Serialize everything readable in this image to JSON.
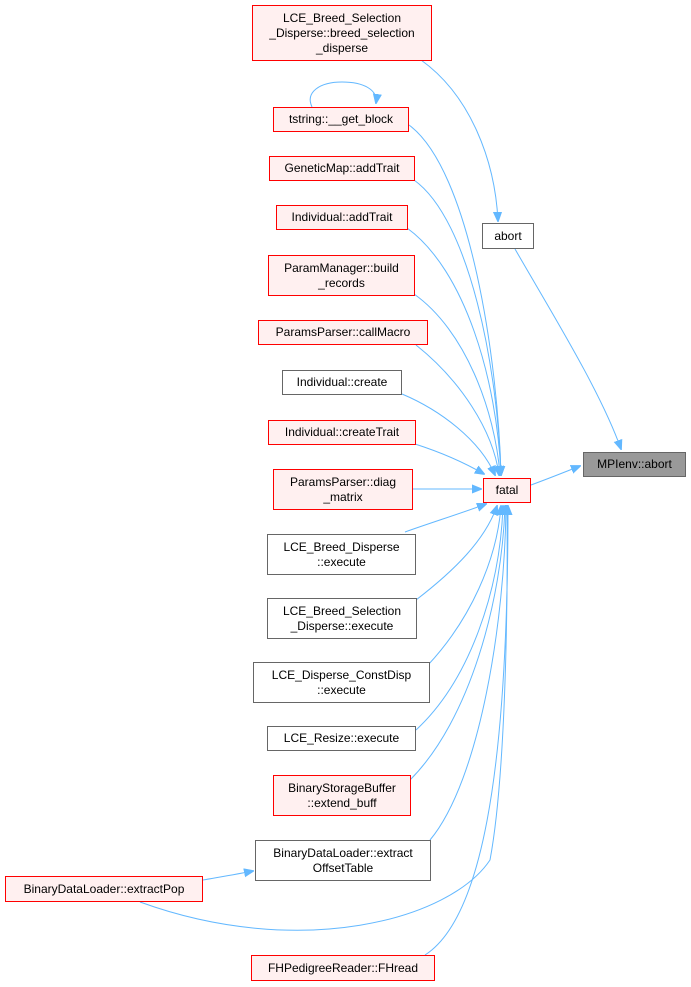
{
  "graph_title": "",
  "colors": {
    "edge": "#63b8ff",
    "red_border": "#ff0000",
    "red_fill": "#fff0f0",
    "grey_border": "#666666",
    "target_fill": "#999999"
  },
  "nodes": {
    "breed_selection_disperse": {
      "lines": [
        "LCE_Breed_Selection",
        "_Disperse::breed_selection",
        "_disperse"
      ]
    },
    "get_block": {
      "lines": [
        "tstring::__get_block"
      ]
    },
    "geneticmap_addtrait": {
      "lines": [
        "GeneticMap::addTrait"
      ]
    },
    "individual_addtrait": {
      "lines": [
        "Individual::addTrait"
      ]
    },
    "parammanager_build_records": {
      "lines": [
        "ParamManager::build",
        "_records"
      ]
    },
    "paramsparser_callmacro": {
      "lines": [
        "ParamsParser::callMacro"
      ]
    },
    "individual_create": {
      "lines": [
        "Individual::create"
      ]
    },
    "individual_createtrait": {
      "lines": [
        "Individual::createTrait"
      ]
    },
    "paramsparser_diag_matrix": {
      "lines": [
        "ParamsParser::diag",
        "_matrix"
      ]
    },
    "breed_disperse_execute": {
      "lines": [
        "LCE_Breed_Disperse",
        "::execute"
      ]
    },
    "breed_selection_disperse_execute": {
      "lines": [
        "LCE_Breed_Selection",
        "_Disperse::execute"
      ]
    },
    "disperse_constdisp_execute": {
      "lines": [
        "LCE_Disperse_ConstDisp",
        "::execute"
      ]
    },
    "resize_execute": {
      "lines": [
        "LCE_Resize::execute"
      ]
    },
    "binarystoragebuffer_extend_buff": {
      "lines": [
        "BinaryStorageBuffer",
        "::extend_buff"
      ]
    },
    "binarydataloader_extract_offset_table": {
      "lines": [
        "BinaryDataLoader::extract",
        "OffsetTable"
      ]
    },
    "binarydataloader_extractpop": {
      "lines": [
        "BinaryDataLoader::extractPop"
      ]
    },
    "fhpedigreereader_fhread": {
      "lines": [
        "FHPedigreeReader::FHread"
      ]
    },
    "abort": {
      "lines": [
        "abort"
      ]
    },
    "fatal": {
      "lines": [
        "fatal"
      ]
    },
    "mpienv_abort": {
      "lines": [
        "MPIenv::abort"
      ]
    }
  }
}
